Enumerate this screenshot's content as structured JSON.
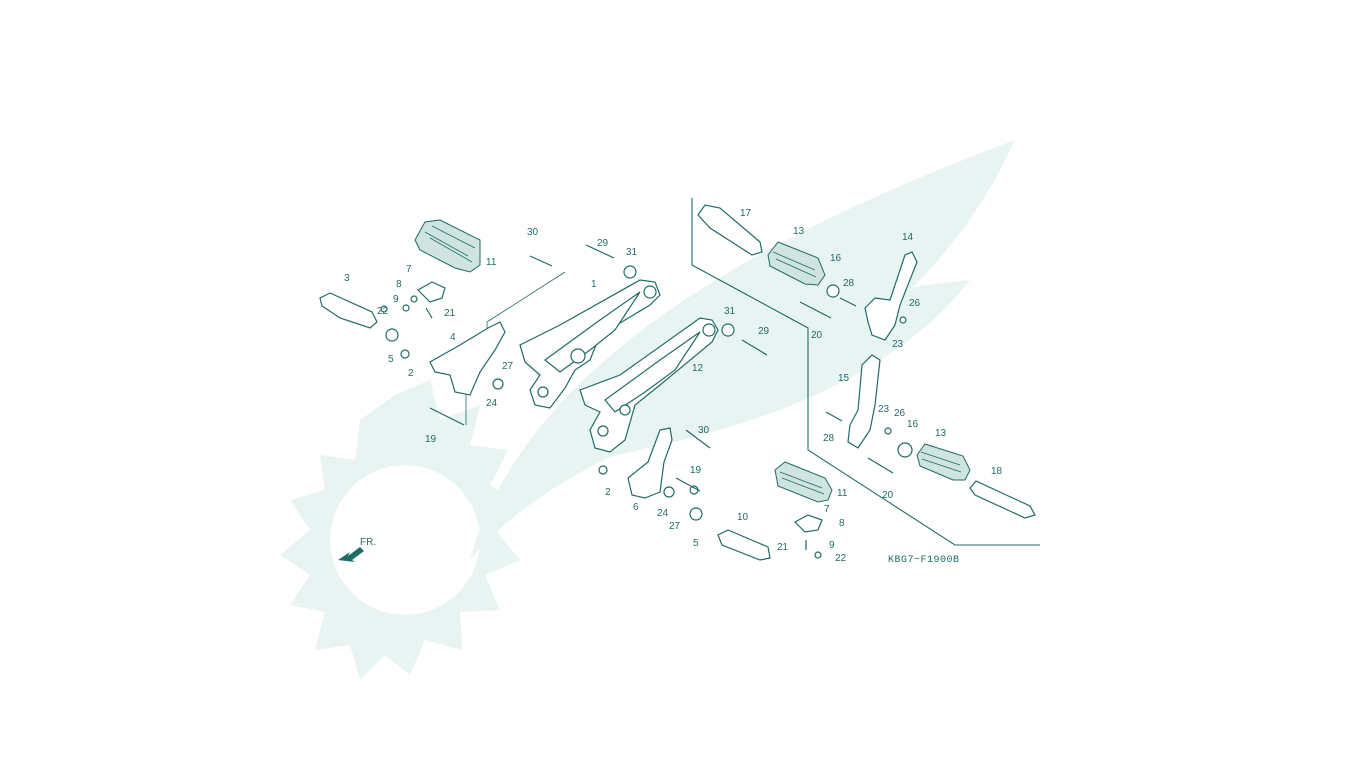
{
  "diagram": {
    "drawing_code": "KBG7−F1900B",
    "direction_label": "FR.",
    "colors": {
      "ink": "#1f6b66",
      "watermark": "#e8f4f1",
      "background": "#ffffff"
    },
    "callouts": [
      "1",
      "2",
      "2",
      "3",
      "4",
      "5",
      "5",
      "6",
      "7",
      "7",
      "8",
      "8",
      "9",
      "9",
      "10",
      "11",
      "11",
      "12",
      "13",
      "13",
      "14",
      "15",
      "16",
      "16",
      "17",
      "18",
      "19",
      "19",
      "20",
      "20",
      "21",
      "21",
      "22",
      "22",
      "23",
      "23",
      "24",
      "24",
      "26",
      "26",
      "27",
      "27",
      "28",
      "28",
      "29",
      "29",
      "30",
      "30",
      "31",
      "31"
    ],
    "icons": [
      "front-direction-arrow-icon",
      "wing-gear-watermark-logo"
    ]
  }
}
